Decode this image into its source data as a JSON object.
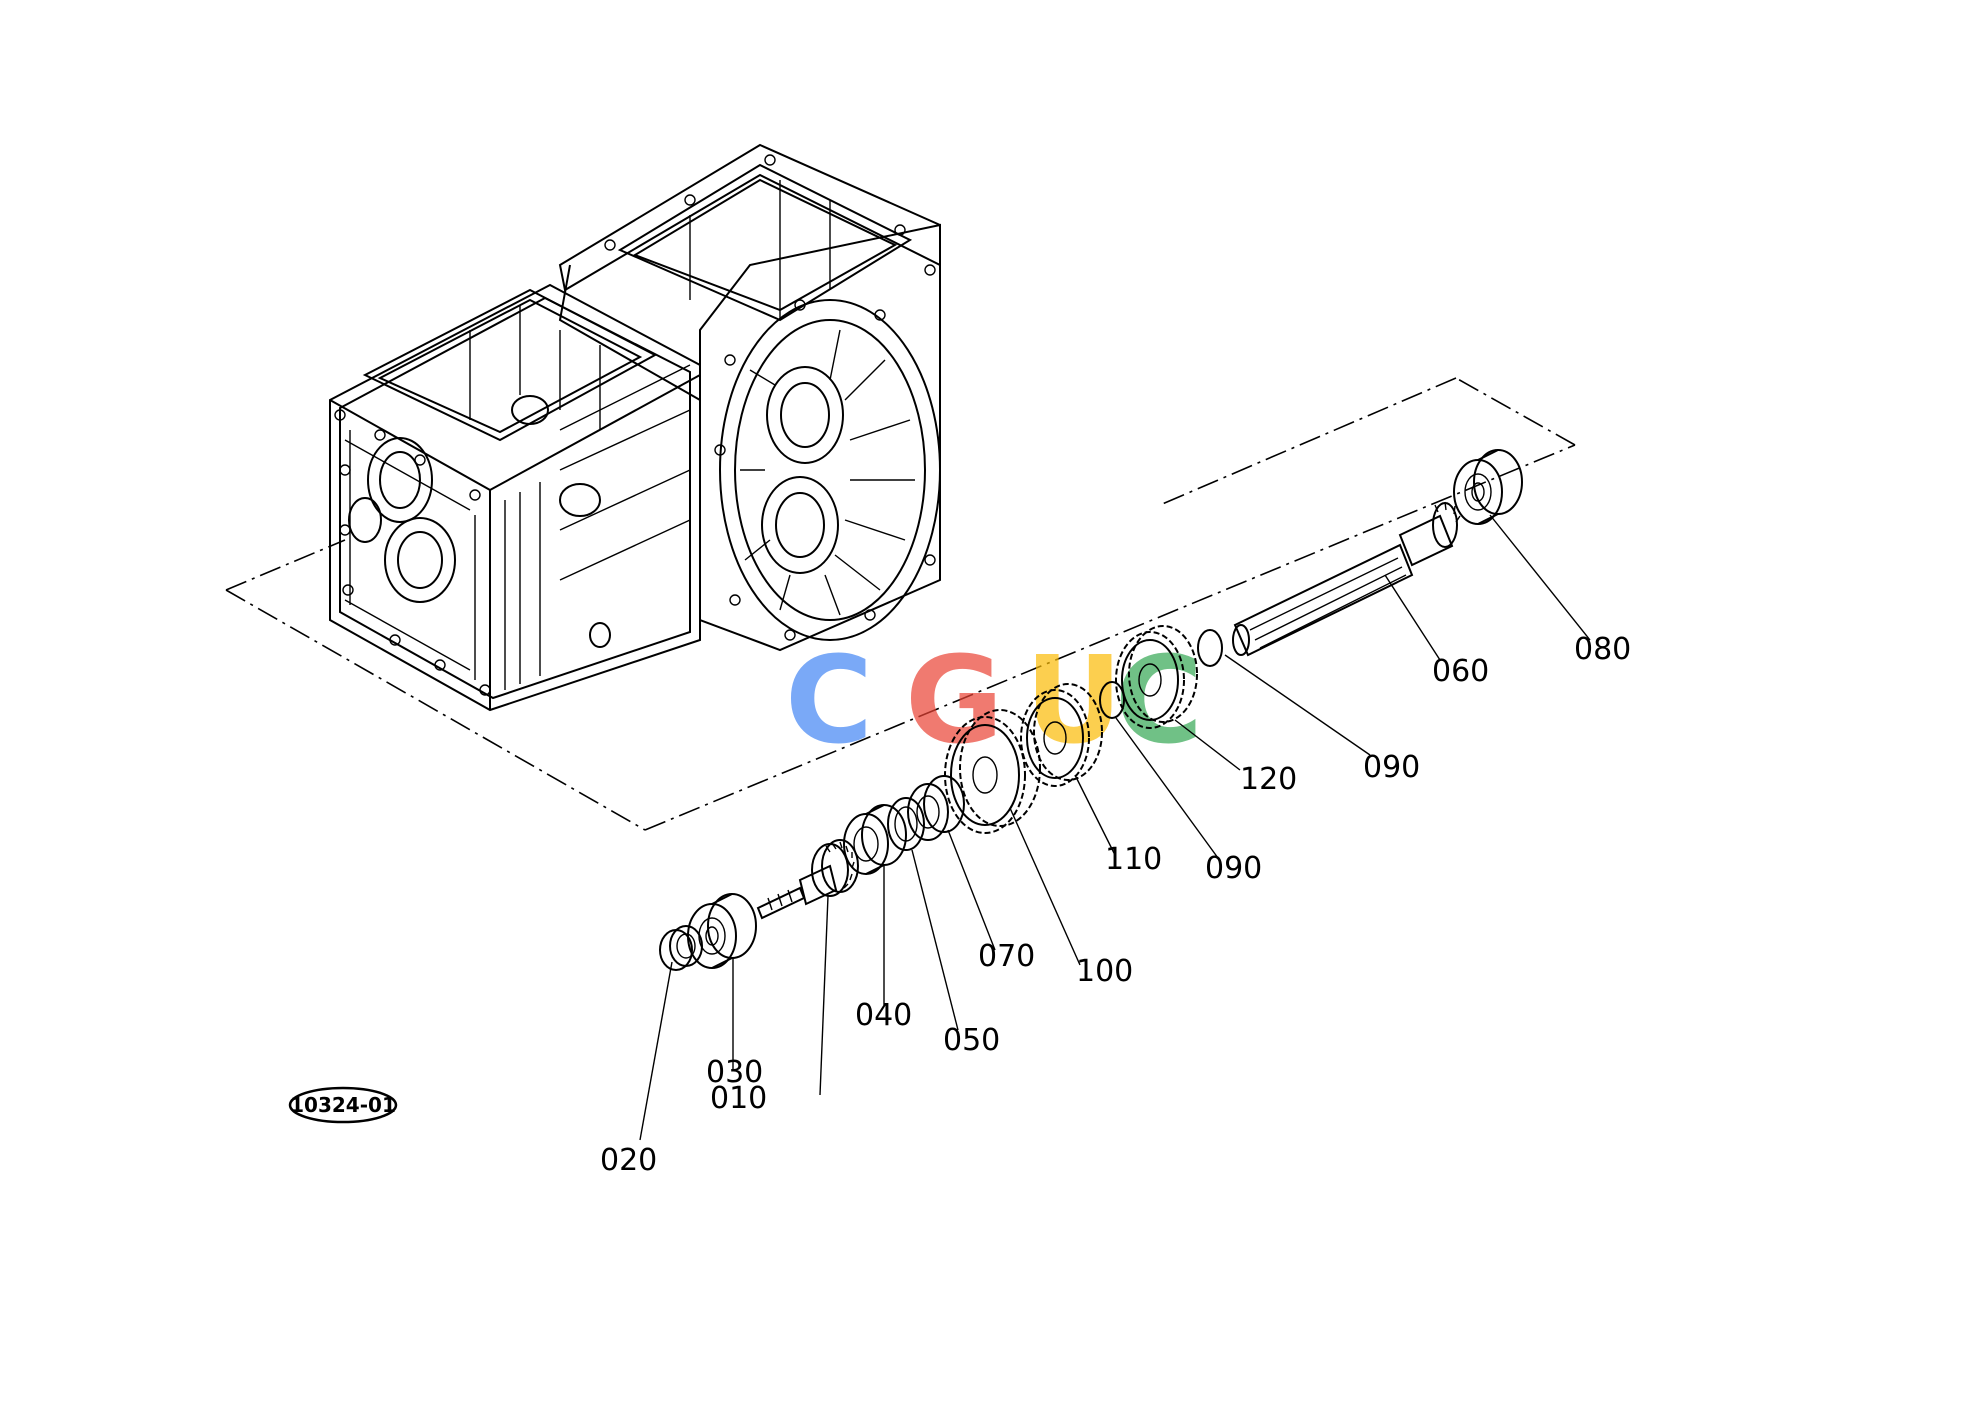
{
  "diagram": {
    "reference_code": "10324-01",
    "watermark": {
      "text": "CGUC",
      "colors": [
        "#4285F4",
        "#EA4335",
        "#FBBC05",
        "#34A853"
      ]
    },
    "part_labels": [
      "010",
      "020",
      "030",
      "040",
      "050",
      "060",
      "070",
      "080",
      "090",
      "090",
      "100",
      "110",
      "120"
    ]
  }
}
